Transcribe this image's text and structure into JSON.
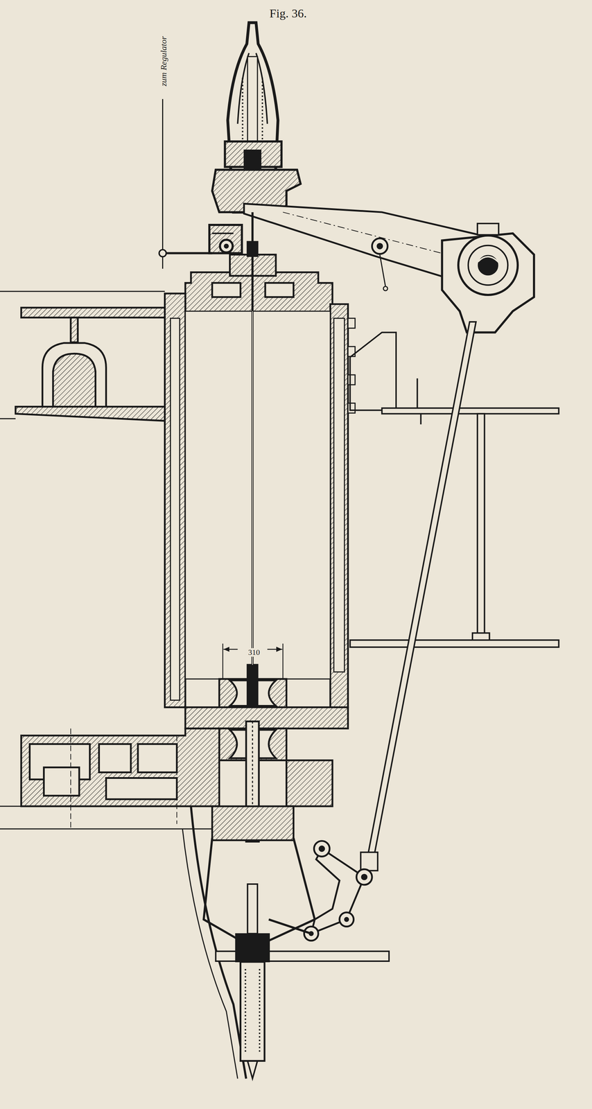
{
  "diagram": {
    "title": "Fig. 36.",
    "labels": [
      "zum Regulator",
      "310"
    ]
  }
}
